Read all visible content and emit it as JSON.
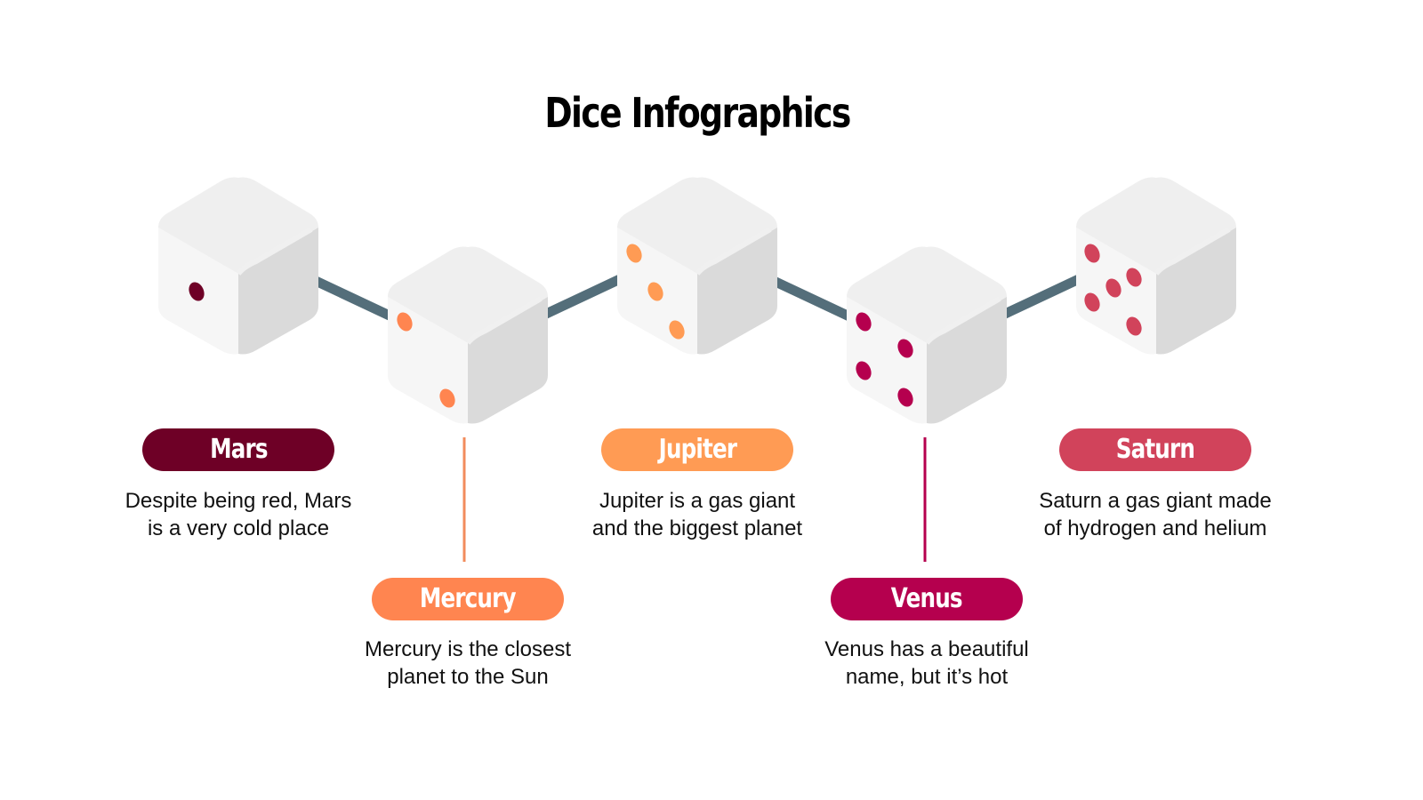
{
  "title": "Dice Infographics",
  "colors": {
    "connector": "#546e7a",
    "die_top": "#efefef",
    "die_left": "#f6f6f6",
    "die_right": "#dadada"
  },
  "items": [
    {
      "name": "Mars",
      "pips": 1,
      "color": "#6e0026",
      "description_lines": [
        "Despite being red, Mars",
        "is a very cold place"
      ]
    },
    {
      "name": "Mercury",
      "pips": 2,
      "color": "#ff8550",
      "description_lines": [
        "Mercury is the closest",
        "planet to the Sun"
      ]
    },
    {
      "name": "Jupiter",
      "pips": 3,
      "color": "#ff9b54",
      "description_lines": [
        "Jupiter is a gas giant",
        "and the biggest planet"
      ]
    },
    {
      "name": "Venus",
      "pips": 4,
      "color": "#b5004e",
      "description_lines": [
        "Venus has a beautiful",
        "name, but it’s hot"
      ]
    },
    {
      "name": "Saturn",
      "pips": 5,
      "color": "#d1435b",
      "description_lines": [
        "Saturn a gas giant made",
        "of hydrogen and helium"
      ]
    }
  ]
}
